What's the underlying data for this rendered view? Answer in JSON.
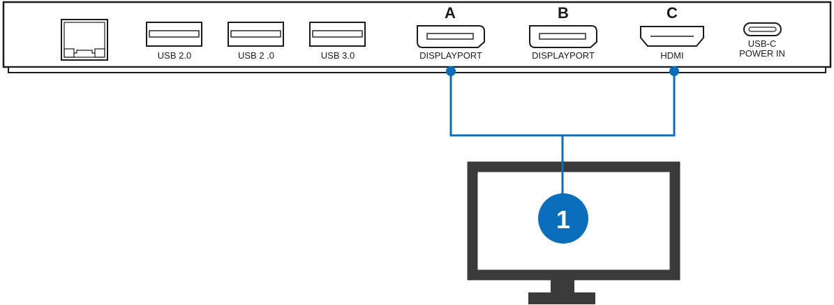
{
  "dock": {
    "ports": [
      {
        "id": "ethernet",
        "label": "",
        "letter": "",
        "icon": "ethernet-port-icon"
      },
      {
        "id": "usb-1",
        "label": "USB 2.0",
        "letter": "",
        "icon": "usb-a-port-icon"
      },
      {
        "id": "usb-2",
        "label": "USB 2 .0",
        "letter": "",
        "icon": "usb-a-port-icon"
      },
      {
        "id": "usb-3",
        "label": "USB 3.0",
        "letter": "",
        "icon": "usb-a-port-icon"
      },
      {
        "id": "dp-a",
        "label": "DISPLAYPORT",
        "letter": "A",
        "icon": "displayport-icon"
      },
      {
        "id": "dp-b",
        "label": "DISPLAYPORT",
        "letter": "B",
        "icon": "displayport-icon"
      },
      {
        "id": "hdmi-c",
        "label": "HDMI",
        "letter": "C",
        "icon": "hdmi-port-icon"
      },
      {
        "id": "usbc",
        "label_line1": "USB-C",
        "label_line2": "POWER IN",
        "icon": "usb-c-port-icon"
      }
    ]
  },
  "monitor": {
    "number": "1",
    "icon": "monitor-icon"
  },
  "colors": {
    "connection": "#0a6ebd",
    "badge": "#0a6ebd",
    "outline": "#1a1a1a",
    "monitor": "#3a3a3a"
  }
}
